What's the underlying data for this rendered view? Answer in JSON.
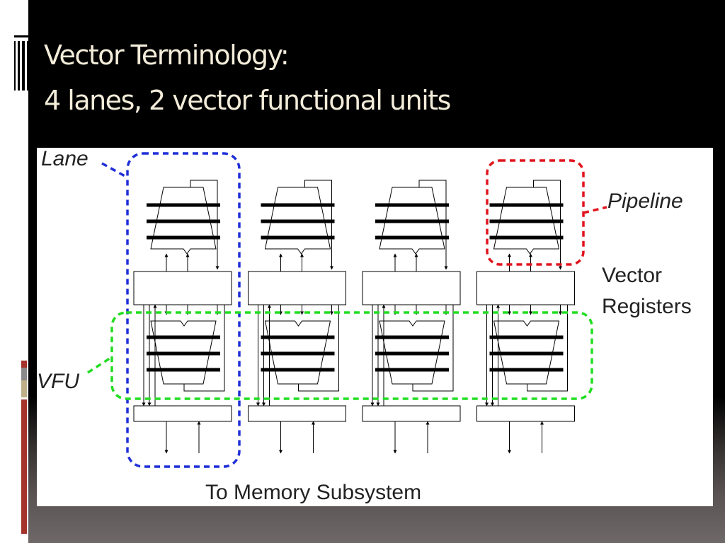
{
  "slide": {
    "title_line1": "Vector Terminology:",
    "title_line2": "4 lanes, 2 vector functional units"
  },
  "diagram": {
    "labels": {
      "lane": "Lane",
      "pipeline": "Pipeline",
      "vector_registers_line1": "Vector",
      "vector_registers_line2": "Registers",
      "vfu": "VFU",
      "memory": "To Memory Subsystem"
    },
    "lane_count": 4,
    "vfu_count": 2,
    "colors": {
      "lane_outline": "#1f2fd6",
      "pipeline_outline": "#e0141e",
      "vfu_outline": "#22dd22",
      "title_text": "#f2ecd9",
      "accent_red": "#a3332b",
      "accent_tan": "#bfb08a",
      "accent_gray": "#8a8a8a"
    }
  }
}
